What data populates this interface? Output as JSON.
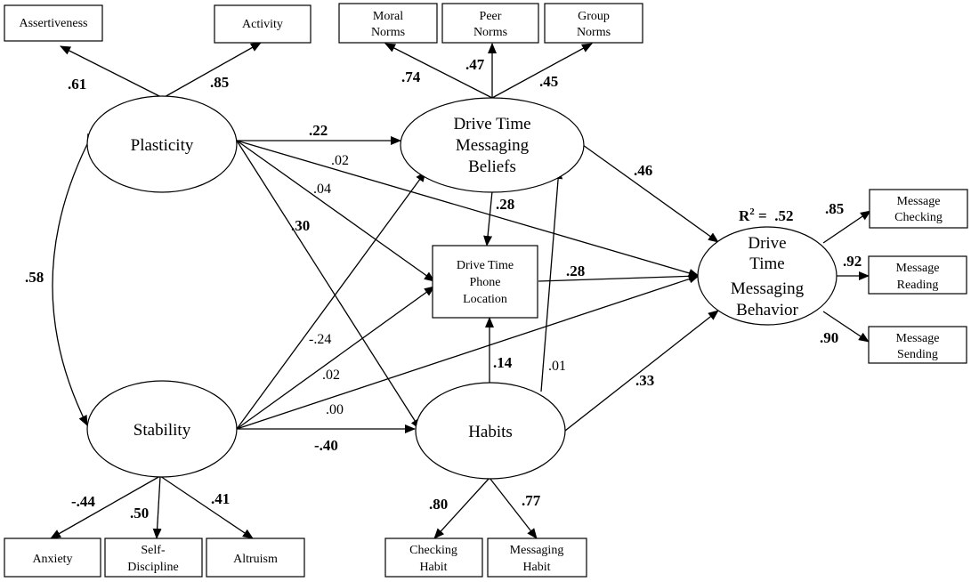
{
  "latent": {
    "plasticity": [
      "Plasticity"
    ],
    "stability": [
      "Stability"
    ],
    "beliefs": [
      "Drive Time",
      "Messaging",
      "Beliefs"
    ],
    "habits": [
      "Habits"
    ],
    "behavior": [
      "Drive",
      "Time",
      "Messaging",
      "Behavior"
    ]
  },
  "observed": {
    "assertiveness": [
      "Assertiveness"
    ],
    "activity": [
      "Activity"
    ],
    "moral_norms": [
      "Moral",
      "Norms"
    ],
    "peer_norms": [
      "Peer",
      "Norms"
    ],
    "group_norms": [
      "Group",
      "Norms"
    ],
    "phone_location": [
      "Drive Time",
      "Phone",
      "Location"
    ],
    "message_checking": [
      "Message",
      "Checking"
    ],
    "message_reading": [
      "Message",
      "Reading"
    ],
    "message_sending": [
      "Message",
      "Sending"
    ],
    "anxiety": [
      "Anxiety"
    ],
    "self_discipline": [
      "Self-",
      "Discipline"
    ],
    "altruism": [
      "Altruism"
    ],
    "checking_habit": [
      "Checking",
      "Habit"
    ],
    "messaging_habit": [
      "Messaging",
      "Habit"
    ]
  },
  "loadings": {
    "assertiveness": ".61",
    "activity": ".85",
    "moral_norms": ".74",
    "peer_norms": ".47",
    "group_norms": ".45",
    "message_checking": ".85",
    "message_reading": ".92",
    "message_sending": ".90",
    "anxiety": "-.44",
    "self_discipline": ".50",
    "altruism": ".41",
    "checking_habit": ".80",
    "messaging_habit": ".77"
  },
  "paths": {
    "plasticity_beliefs": ".22",
    "plasticity_behavior": ".02",
    "plasticity_phone": ".04",
    "plasticity_habits": ".30",
    "stability_beliefs": "-.24",
    "stability_phone": ".02",
    "stability_behavior": ".00",
    "stability_habits": "-.40",
    "beliefs_phone": ".28",
    "beliefs_behavior": ".46",
    "phone_behavior": ".28",
    "habits_phone": ".14",
    "habits_beliefs": ".01",
    "habits_behavior": ".33",
    "plasticity_stability_cov": ".58"
  },
  "r2": {
    "prefix": "R",
    "sup": "2",
    "value": " =  .52"
  }
}
